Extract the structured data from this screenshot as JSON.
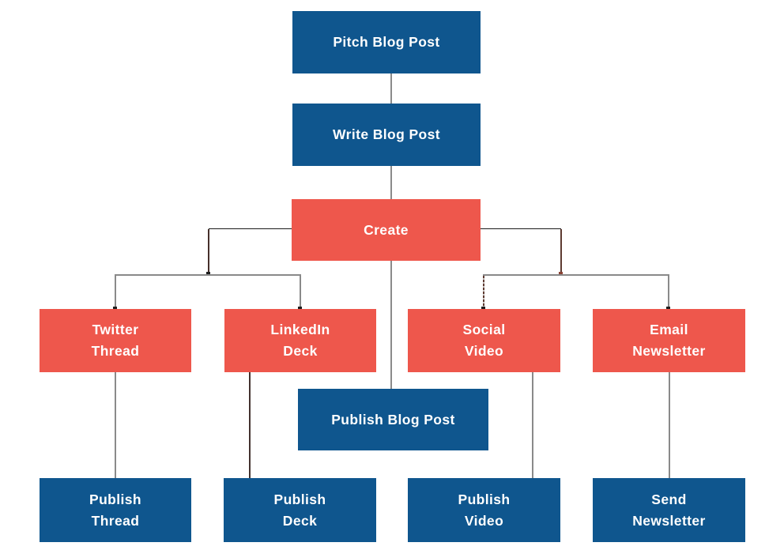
{
  "diagram": {
    "type": "flowchart",
    "background": "#FFFFFF",
    "colors": {
      "node_blue": "#0F568E",
      "node_red": "#EE574C",
      "label_text": "#FFFFFF",
      "connector_gray": "#8A8A8A",
      "connector_black": "#1A1A1A",
      "connector_maroon": "#5E3A31",
      "junction_dot": "#1F1F1F"
    },
    "nodes": {
      "pitch": {
        "label": "Pitch Blog Post",
        "color": "blue"
      },
      "write": {
        "label": "Write Blog Post",
        "color": "blue"
      },
      "create": {
        "label": "Create",
        "color": "red"
      },
      "twitter": {
        "label": "Twitter\nThread",
        "color": "red"
      },
      "linkedin": {
        "label": "LinkedIn\nDeck",
        "color": "red"
      },
      "social": {
        "label": "Social\nVideo",
        "color": "red"
      },
      "email": {
        "label": "Email\nNewsletter",
        "color": "red"
      },
      "publish_post": {
        "label": "Publish Blog Post",
        "color": "blue"
      },
      "publish_thread": {
        "label": "Publish\nThread",
        "color": "blue"
      },
      "publish_deck": {
        "label": "Publish\nDeck",
        "color": "blue"
      },
      "publish_video": {
        "label": "Publish\nVideo",
        "color": "blue"
      },
      "send_newsletter": {
        "label": "Send\nNewsletter",
        "color": "blue"
      }
    },
    "edges": [
      {
        "from": "Pitch Blog Post",
        "to": "Write Blog Post"
      },
      {
        "from": "Write Blog Post",
        "to": "Create"
      },
      {
        "from": "Create",
        "to": "Twitter Thread"
      },
      {
        "from": "Create",
        "to": "LinkedIn Deck"
      },
      {
        "from": "Create",
        "to": "Publish Blog Post"
      },
      {
        "from": "Create",
        "to": "Social Video"
      },
      {
        "from": "Create",
        "to": "Email Newsletter"
      },
      {
        "from": "Twitter Thread",
        "to": "Publish Thread"
      },
      {
        "from": "LinkedIn Deck",
        "to": "Publish Deck"
      },
      {
        "from": "Social Video",
        "to": "Publish Video"
      },
      {
        "from": "Email Newsletter",
        "to": "Send Newsletter"
      }
    ]
  }
}
